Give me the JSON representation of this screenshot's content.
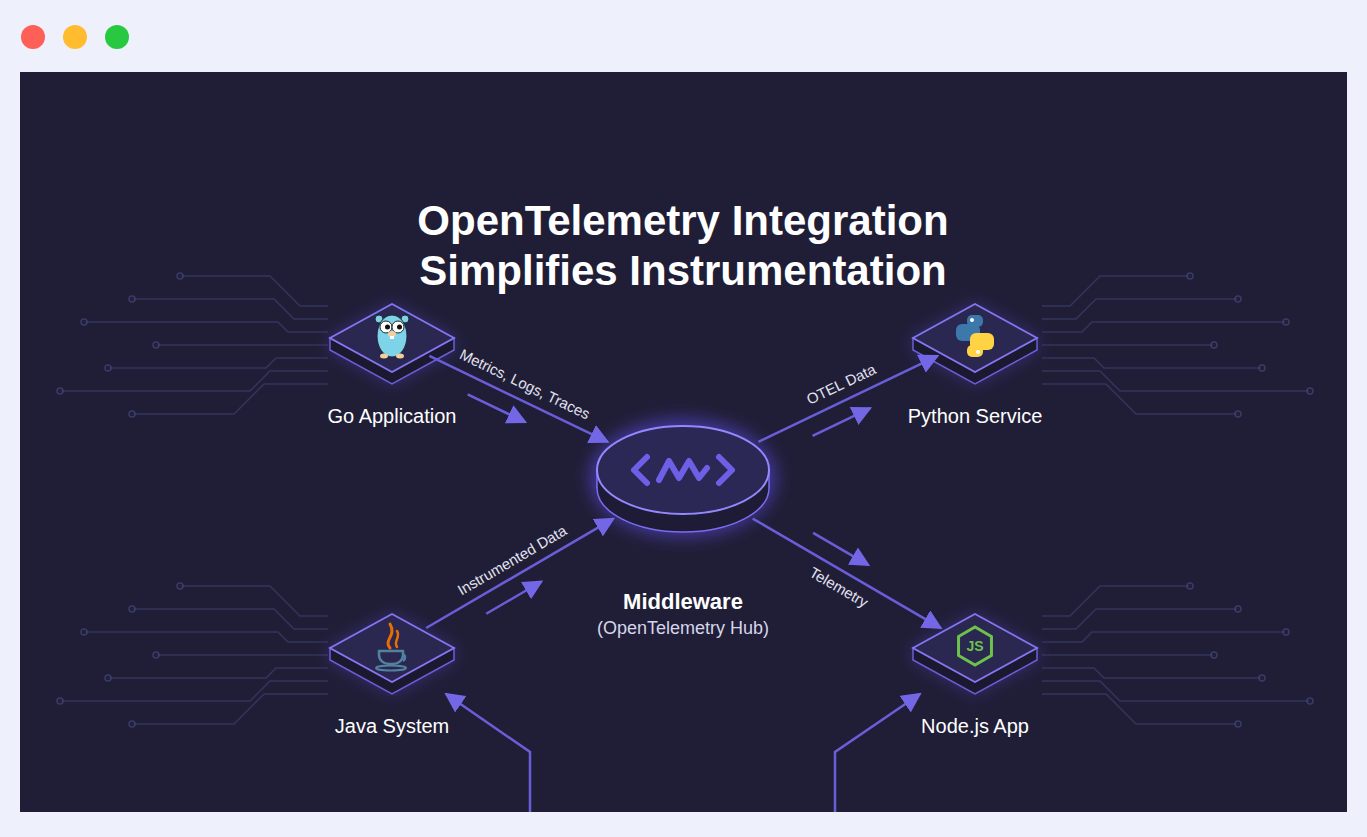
{
  "diagram": {
    "title": "OpenTelemetry Integration Simplifies Instrumentation",
    "nodes": [
      {
        "text": [
          "Go Application"
        ]
      },
      {
        "text": [
          "Python Service"
        ]
      },
      {
        "text": [
          "Middleware",
          "(OpenTelemetry Hub)"
        ]
      },
      {
        "text": [
          "Java System"
        ]
      },
      {
        "text": [
          "Node.js App"
        ]
      }
    ],
    "edges": [
      {
        "from": 0,
        "to": 2,
        "label": "Metrics, Logs, Traces",
        "arrow": "to"
      },
      {
        "from": 3,
        "to": 2,
        "label": "Instrumented Data",
        "arrow": "to"
      },
      {
        "from": 2,
        "to": 1,
        "label": "OTEL Data",
        "arrow": "to"
      },
      {
        "from": 2,
        "to": 4,
        "label": "Telemetry",
        "arrow": "to"
      }
    ],
    "labels": [
      "JS"
    ]
  }
}
